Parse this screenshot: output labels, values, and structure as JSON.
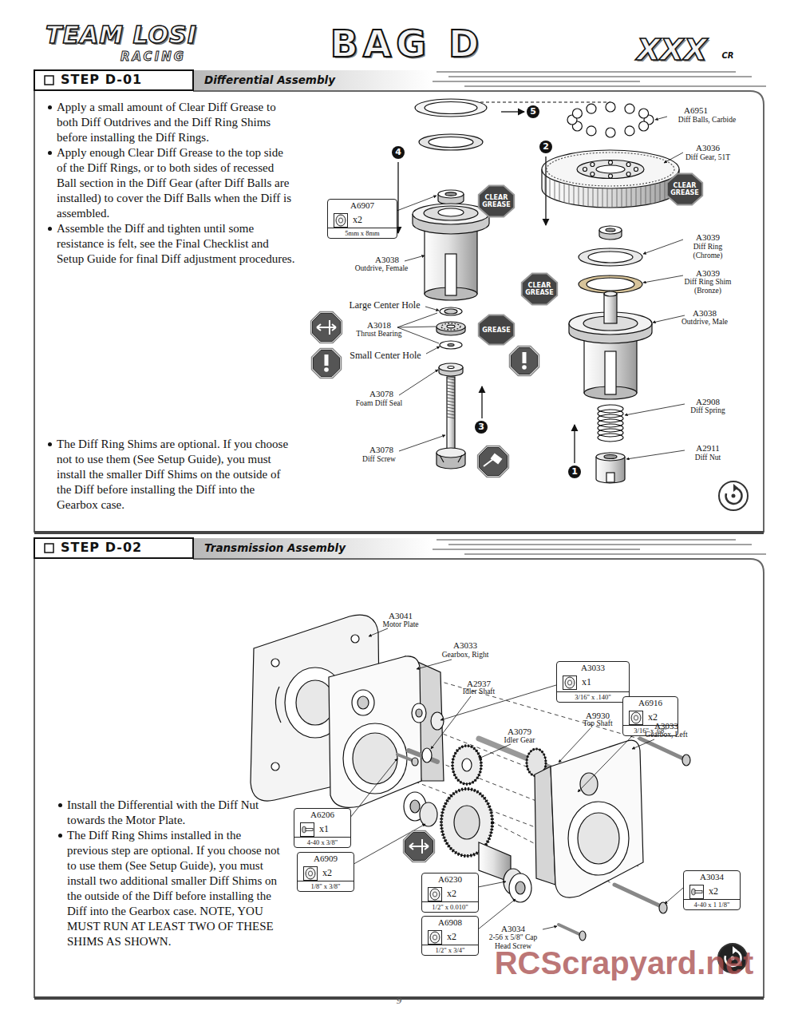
{
  "diagram": {
    "title": "BAG D",
    "nodes": [
      {
        "text": [
          "STEP D-01",
          "Differential Assembly"
        ]
      },
      {
        "text": [
          "A6907",
          "x2",
          "5mm x 8mm"
        ],
        "in": 0
      },
      {
        "text": [
          "CLEAR GREASE"
        ],
        "in": 0
      },
      {
        "text": [
          "CLEAR GREASE"
        ],
        "in": 0
      },
      {
        "text": [
          "CLEAR GREASE"
        ],
        "in": 0
      },
      {
        "text": [
          "GREASE"
        ],
        "in": 0
      },
      {
        "text": [
          "STEP D-02",
          "Transmission Assembly"
        ]
      },
      {
        "text": [
          "A3033",
          "x1",
          "3/16\" x .140\""
        ],
        "in": 6
      },
      {
        "text": [
          "A6916",
          "x2",
          "3/16\" x 3/8\""
        ],
        "in": 6
      },
      {
        "text": [
          "A6206",
          "x1",
          "4-40 x 3/8\""
        ],
        "in": 6
      },
      {
        "text": [
          "A6909",
          "x2",
          "1/8\" x 3/8\""
        ],
        "in": 6
      },
      {
        "text": [
          "A6230",
          "x2",
          "1/2\" x 0.010\""
        ],
        "in": 6
      },
      {
        "text": [
          "A6908",
          "x2",
          "1/2\" x 3/4\""
        ],
        "in": 6
      },
      {
        "text": [
          "A3034",
          "x2",
          "4-40 x 1 1/8\""
        ],
        "in": 6
      }
    ],
    "labels": [
      "TEAM LOSI",
      "RACING",
      "XXX",
      "CR",
      "Apply a small amount of Clear Diff Grease to both Diff Outdrives and the Diff Ring Shims before installing the Diff Rings.",
      "Apply enough Clear Diff Grease to the top side of the Diff Rings, or to both sides of recessed Ball section in the Diff Gear (after Diff Balls are installed) to cover the Diff Balls when the Diff is assembled.",
      "Assemble the Diff and tighten until some resistance is felt, see the Final Checklist and Setup Guide for final Diff adjustment procedures.",
      "The Diff Ring Shims are optional. If you choose not to use them (See Setup Guide), you must install the smaller Diff Shims on the outside of the Diff before installing the Diff into the Gearbox case.",
      "A6951",
      "Diff Balls, Carbide",
      "A3036",
      "Diff Gear, 51T",
      "A3039",
      "Diff Ring (Chrome)",
      "A3039",
      "Diff Ring Shim (Bronze)",
      "A3038",
      "Outdrive, Male",
      "A2908",
      "Diff Spring",
      "A2911",
      "Diff Nut",
      "A3038",
      "Outdrive, Female",
      "Large Center Hole",
      "A3018",
      "Thrust Bearing",
      "Small Center Hole",
      "A3078",
      "Foam Diff Seal",
      "A3078",
      "Diff Screw",
      "1",
      "2",
      "3",
      "4",
      "5",
      "A3041",
      "Motor Plate",
      "A3033",
      "Gearbox, Right",
      "A2937",
      "Idler Shaft",
      "A3079",
      "Idler Gear",
      "A9930",
      "Top Shaft",
      "A3033",
      "Gearbox, Left",
      "A3034",
      "2-56 x 5/8\" Cap Head Screw",
      "Install the Differential with the Diff Nut towards the Motor Plate.",
      "The Diff Ring Shims installed in the previous step are optional. If you choose not to use them (See Setup Guide), you must install two additional smaller Diff Shims on the outside of the Diff before installing the Diff into the Gearbox case. NOTE, YOU MUST RUN AT LEAST TWO OF THESE SHIMS AS SHOWN.",
      "9",
      "RCScrapyard.net"
    ]
  }
}
